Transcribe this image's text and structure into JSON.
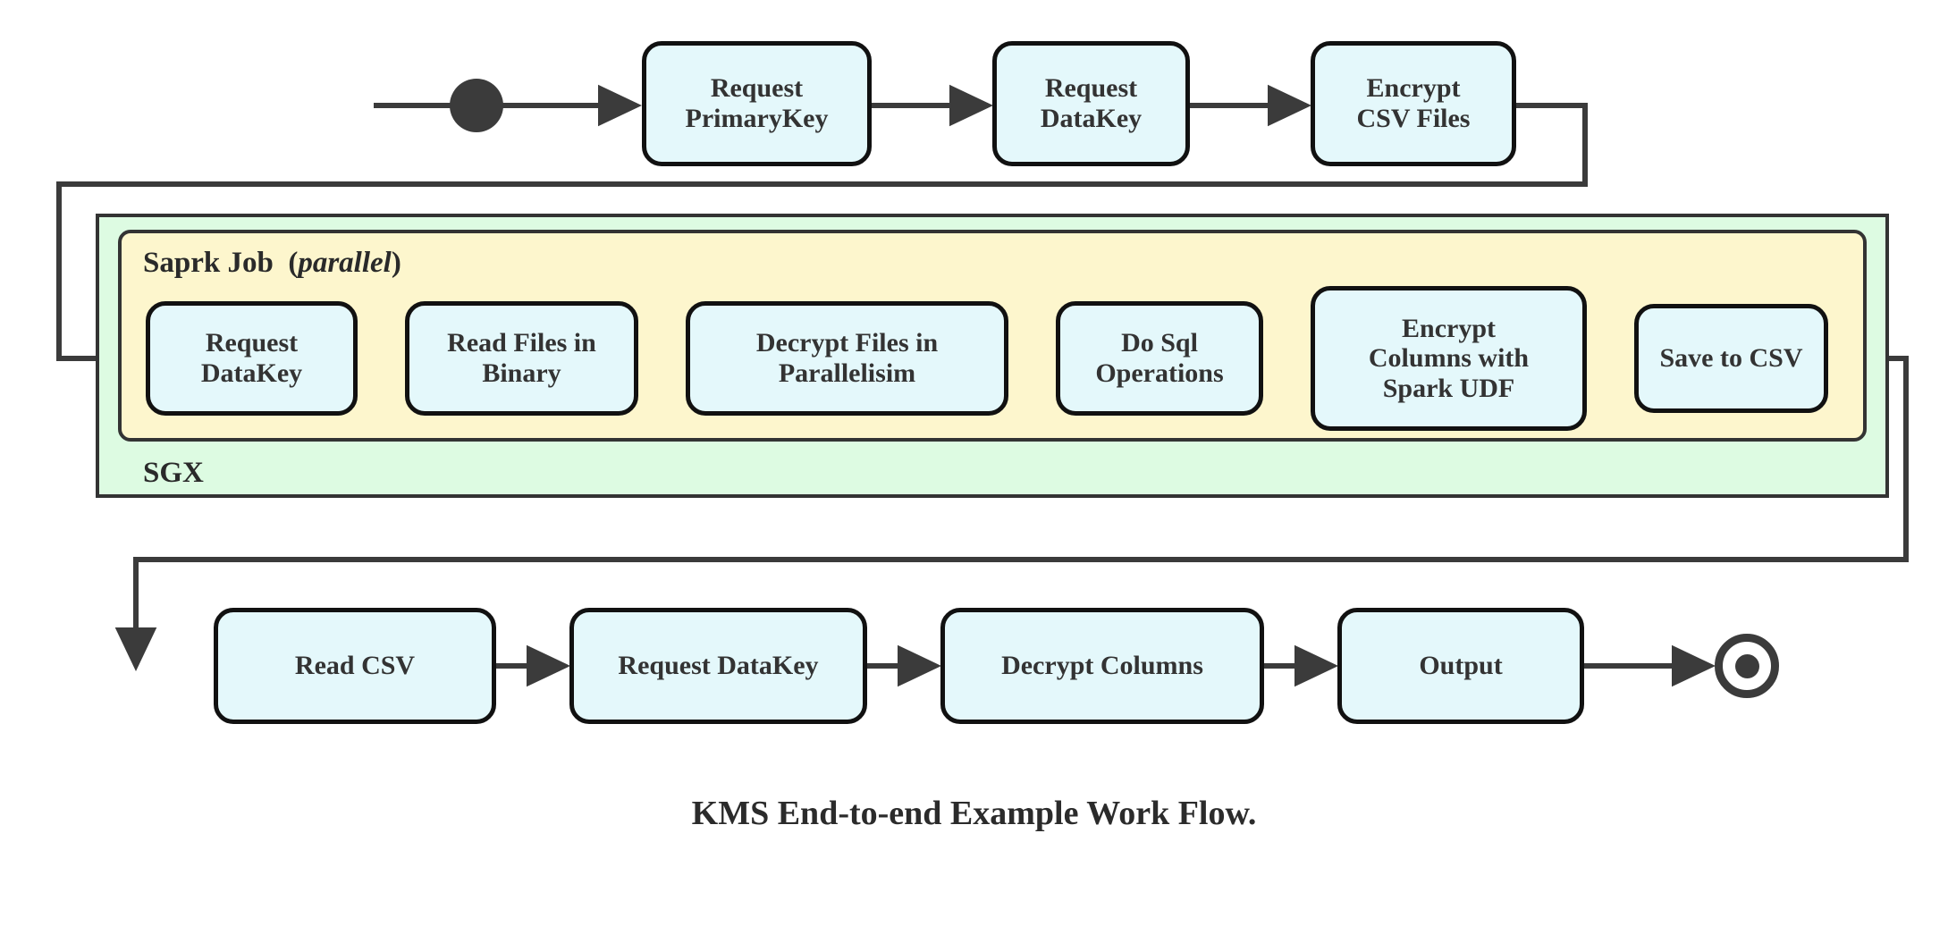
{
  "diagram": {
    "caption": "KMS End-to-end Example Work Flow.",
    "colors": {
      "node_fill": "#e4f8fb",
      "node_border": "#111111",
      "sgx_fill": "#ddfbe2",
      "spark_fill": "#fdf6cd",
      "container_border": "#333333",
      "connector": "#3b3b3b",
      "text": "#333333",
      "background": "#ffffff"
    },
    "containers": [
      {
        "id": "sgx",
        "label": "SGX",
        "label_position": "bottom-left"
      },
      {
        "id": "spark",
        "label": "Saprk Job",
        "label_note": "parallel",
        "label_note_style": "italic",
        "label_position": "top-left"
      }
    ],
    "start_node": {
      "name": "start-node",
      "shape": "filled-circle"
    },
    "end_node": {
      "name": "end-node",
      "shape": "ring-with-filled-center"
    },
    "rows": {
      "top": [
        {
          "id": "request-primarykey",
          "label": "Request\nPrimaryKey"
        },
        {
          "id": "request-datakey-top",
          "label": "Request\nDataKey"
        },
        {
          "id": "encrypt-csv-files",
          "label": "Encrypt\nCSV Files"
        }
      ],
      "middle": [
        {
          "id": "request-datakey-spark",
          "label": "Request\nDataKey"
        },
        {
          "id": "read-files-in-binary",
          "label": "Read Files in\nBinary"
        },
        {
          "id": "decrypt-files-in-parallelisim",
          "label": "Decrypt Files in\nParallelisim"
        },
        {
          "id": "do-sql-operations",
          "label": "Do Sql\nOperations"
        },
        {
          "id": "encrypt-columns-with-spark-udf",
          "label": "Encrypt\nColumns with\nSpark UDF"
        },
        {
          "id": "save-to-csv",
          "label": "Save to CSV"
        }
      ],
      "bottom": [
        {
          "id": "read-csv",
          "label": "Read CSV"
        },
        {
          "id": "request-datakey-bottom",
          "label": "Request DataKey"
        },
        {
          "id": "decrypt-columns",
          "label": "Decrypt Columns"
        },
        {
          "id": "output",
          "label": "Output"
        }
      ]
    },
    "flow_order": [
      "start-node",
      "request-primarykey",
      "request-datakey-top",
      "encrypt-csv-files",
      "request-datakey-spark",
      "read-files-in-binary",
      "decrypt-files-in-parallelisim",
      "do-sql-operations",
      "encrypt-columns-with-spark-udf",
      "save-to-csv",
      "read-csv",
      "request-datakey-bottom",
      "decrypt-columns",
      "output",
      "end-node"
    ]
  }
}
